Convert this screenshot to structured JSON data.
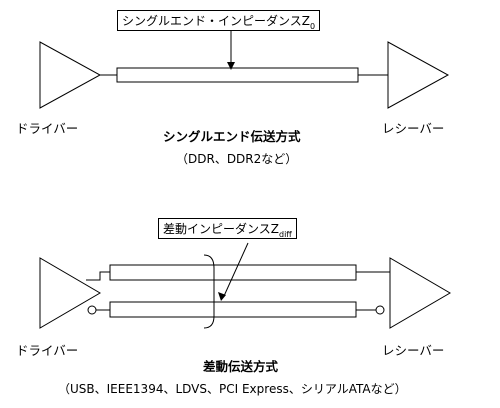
{
  "single_ended": {
    "callout_text": "シングルエンド・インピーダンスZ",
    "callout_subscript": "0",
    "driver_label": "ドライバー",
    "receiver_label": "レシーバー",
    "title": "シングルエンド伝送方式",
    "subtitle": "（DDR、DDR2など）"
  },
  "differential": {
    "callout_text": "差動インピーダンスZ",
    "callout_subscript": "diff",
    "driver_label": "ドライバー",
    "receiver_label": "レシーバー",
    "title": "差動伝送方式",
    "subtitle": "（USB、IEEE1394、LDVS、PCI Express、シリアルATAなど）"
  }
}
